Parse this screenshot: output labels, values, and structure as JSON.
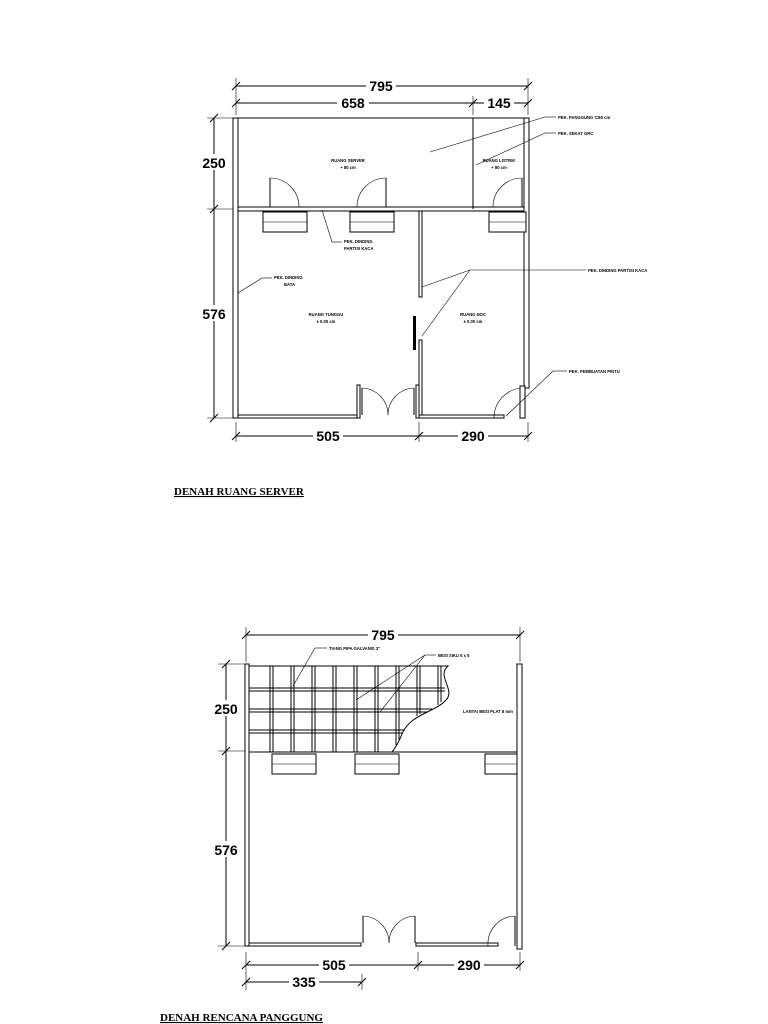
{
  "plan1": {
    "dims": {
      "top_total": "795",
      "top_left": "658",
      "top_right": "145",
      "left_top": "250",
      "left_bottom": "576",
      "bottom_left": "505",
      "bottom_right": "290"
    },
    "rooms": {
      "server_name": "RUANG SERVER",
      "server_level": "+ 80 cm",
      "listrik_name": "RUANG LISTRIK",
      "listrik_level": "+ 80 cm",
      "tunggu_name": "RUANG TUNGGU",
      "tunggu_level": "± 0.00 cm",
      "noc_name": "RUANG NOC",
      "noc_level": "± 0.00 cm"
    },
    "notes": {
      "panggung": "PEK. PANGGUNG t=80 cm",
      "sekat": "PEK. SEKAT GRC",
      "dinding_kaca_1": "PEK. DINDING",
      "dinding_kaca_2": "PARTISI KACA",
      "bata_1": "PEK. DINDING",
      "bata_2": "BATA",
      "partisi_noc": "PEK. DINDING PARTISI KACA",
      "pintu": "PEK. PEMBUATAN PINTU"
    },
    "title": "DENAH  RUANG SERVER"
  },
  "plan2": {
    "dims": {
      "top_total": "795",
      "left_top": "250",
      "left_bottom": "576",
      "bottom_left": "505",
      "bottom_right": "290",
      "bottom_sub": "335"
    },
    "notes": {
      "tiang": "TIANG PIPA GALVANIS 3\"",
      "besi": "BESI SIKU 5 x 5",
      "lantai": "LANTAI BESI PLAT 8 mm"
    },
    "title": "DENAH RENCANA PANGGUNG"
  }
}
